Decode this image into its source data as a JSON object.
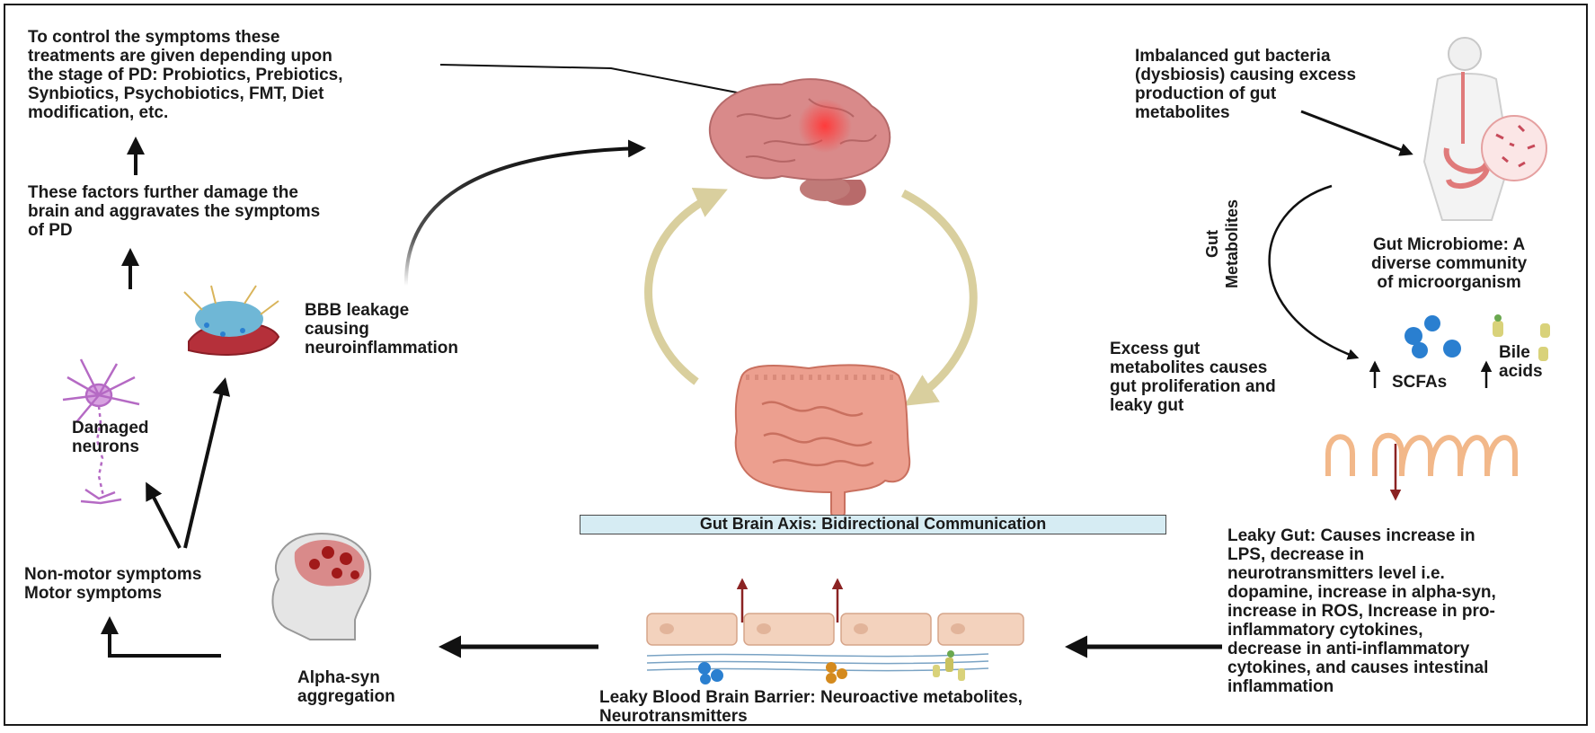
{
  "diagram": {
    "treatments_text": "To control the symptoms these\ntreatments are given depending upon\nthe stage of PD: Probiotics, Prebiotics,\nSynbiotics, Psychobiotics, FMT, Diet\nmodification, etc.",
    "factors_text": "These factors further damage the\nbrain and aggravates the symptoms\nof PD",
    "bbb_leakage_text": "BBB leakage\ncausing\nneuroinflammation",
    "damaged_neurons_text": "Damaged\nneurons",
    "symptoms_text": "Non-motor symptoms\nMotor symptoms",
    "alpha_syn_text": "Alpha-syn\naggregation",
    "leaky_bbb_text": "Leaky Blood Brain Barrier: Neuroactive metabolites,\nNeurotransmitters",
    "gut_brain_axis_text": "Gut Brain Axis: Bidirectional Communication",
    "dysbiosis_text": "Imbalanced gut bacteria\n(dysbiosis) causing excess\nproduction of gut\nmetabolites",
    "gut_microbiome_text": "Gut Microbiome: A\ndiverse community\nof microorganism",
    "gut_metabolites_label": "Gut\nMetabolites",
    "excess_metabolites_text": "Excess gut\nmetabolites causes\ngut proliferation and\nleaky gut",
    "scfas_label": "SCFAs",
    "bile_acids_label": "Bile\nacids",
    "leaky_gut_text": "Leaky Gut: Causes increase in\nLPS, decrease in\nneurotransmitters level i.e.\ndopamine, increase in alpha-syn,\nincrease in ROS, Increase in pro-\ninflammatory cytokines,\ndecrease in anti-inflammatory\ncytokines, and causes intestinal\ninflammation"
  },
  "colors": {
    "arrow": "#111111",
    "cycle_arrow": "#d9cf9e",
    "axis_bar_fill": "#d6ecf3",
    "brain": "#d98a8a",
    "gut": "#ec9f8f",
    "neuron": "#b56ac4",
    "dark_red_arrow": "#8b2323",
    "scfa_blue": "#2a7fd0",
    "villi": "#f2b88a"
  }
}
